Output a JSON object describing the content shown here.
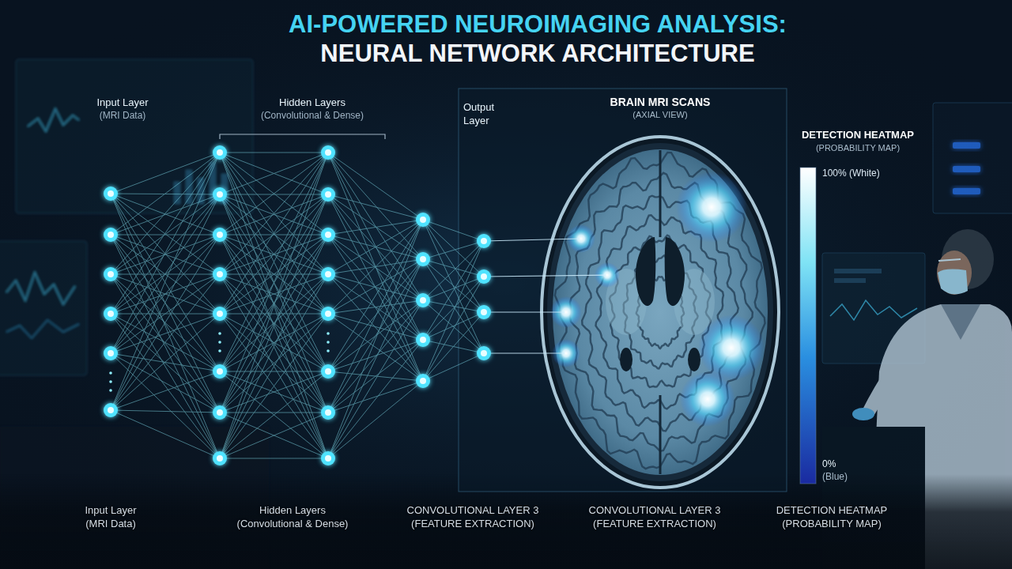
{
  "diagram": {
    "title": "AI-POWERED NEUROIMAGING ANALYSIS: NEURAL NETWORK ARCHITECTURE",
    "labels": [
      "Input Layer (MRI Data)",
      "Hidden Layers (Convolutional & Dense)",
      "Output Layer",
      "BRAIN MRI SCANS (AXIAL VIEW)",
      "DETECTION HEATMAP (PROBABILITY MAP)",
      "100% (White)",
      "0% (Blue)",
      "Input Layer (MRI Data)",
      "Hidden Layers (Convolutional & Dense)",
      "CONVOLUTIONAL LAYER 3 (FEATURE EXTRACTION)",
      "CONVOLUTIONAL LAYER 3 (FEATURE EXTRACTION)",
      "DETECTION HEATMAP (PROBABILITY MAP)"
    ]
  }
}
